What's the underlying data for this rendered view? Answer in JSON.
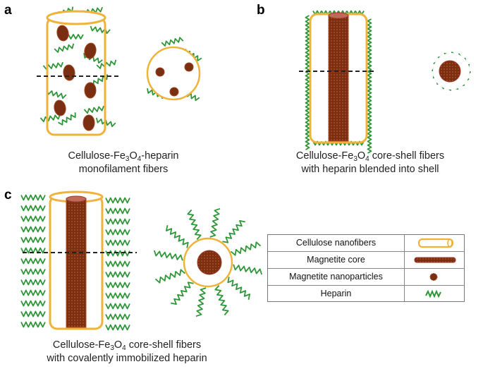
{
  "panels": {
    "a": {
      "label": "a",
      "caption": {
        "pre": "Cellulose-Fe",
        "sub1": "3",
        "mid": "O",
        "sub2": "4",
        "post": "-heparin",
        "line2": "monofilament fibers"
      }
    },
    "b": {
      "label": "b",
      "caption": {
        "pre": "Cellulose-Fe",
        "sub1": "3",
        "mid": "O",
        "sub2": "4",
        "post": " core-shell fibers",
        "line2": "with heparin blended into shell"
      }
    },
    "c": {
      "label": "c",
      "caption": {
        "pre": "Cellulose-Fe",
        "sub1": "3",
        "mid": "O",
        "sub2": "4",
        "post": " core-shell fibers",
        "line2": "with covalently immobilized heparin"
      }
    }
  },
  "legend": {
    "items": [
      {
        "label": "Cellulose nanofibers",
        "symbol": "cellulose-tube-icon"
      },
      {
        "label": "Magnetite core",
        "symbol": "magnetite-core-icon"
      },
      {
        "label": "Magnetite nanoparticles",
        "symbol": "nanoparticle-icon"
      },
      {
        "label": "Heparin",
        "symbol": "heparin-squiggle-icon"
      }
    ]
  },
  "colors": {
    "cellulose": "#f0b33a",
    "magnetite": "#7a2e12",
    "magnetite_edge": "#a0441f",
    "heparin": "#2e9638",
    "cut_line": "#222222"
  }
}
